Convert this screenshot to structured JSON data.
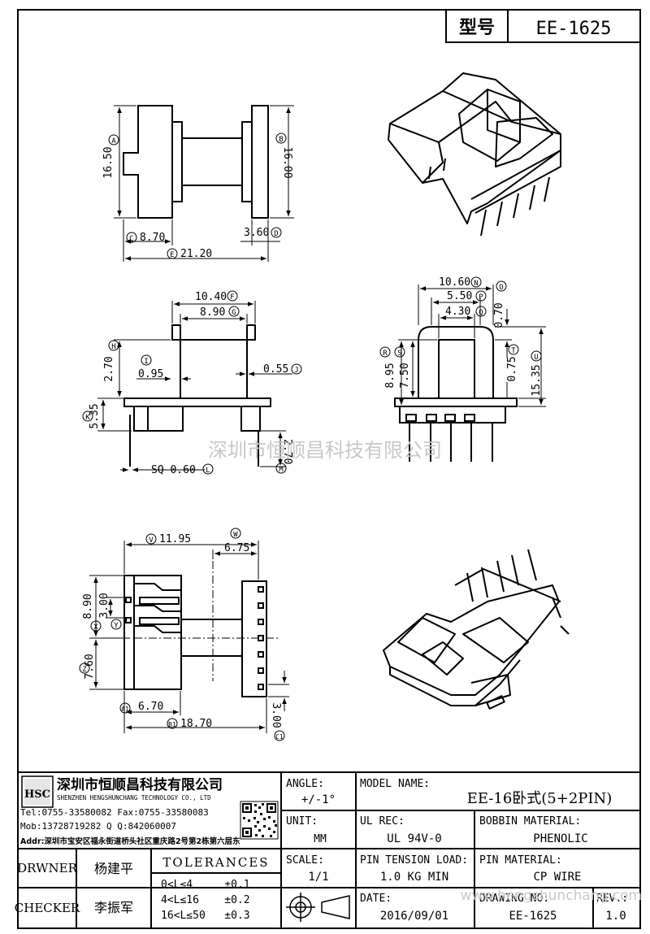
{
  "header": {
    "model_label": "型号",
    "model_value": "EE-1625"
  },
  "watermark": {
    "center": "深圳市恒顺昌科技有限公司",
    "corner": "www.hengshunchang.com"
  },
  "dimensions": {
    "A": "16.50",
    "B": "16.00",
    "C": "8.70",
    "D": "3.60",
    "E": "21.20",
    "F": "10.40",
    "G": "8.90",
    "H": "2.70",
    "I": "0.95",
    "J": "0.55",
    "K": "5.35",
    "L": "SQ 0.60",
    "M": "2.70",
    "N": "10.60",
    "O": "0.70",
    "P": "5.50",
    "Q": "4.30",
    "R": "8.95",
    "S": "7.50",
    "T": "0.75",
    "U": "15.35",
    "V": "11.95",
    "W": "6.75",
    "X": "8.90",
    "Y": "3.00",
    "Z": "7.60",
    "A1": "6.70",
    "B1": "18.70",
    "C1": "3.00"
  },
  "title_block": {
    "company_cn": "深圳市恒顺昌科技有限公司",
    "company_en": "SHENZHEN HENGSHUNCHANG TECHNOLOGY CO., LTD",
    "tel": "Tel:0755-33580082 Fax:0755-33580083",
    "mob": "Mob:13728719282    Q  Q:842060007",
    "addr": "Addr:深圳市宝安区福永街道桥头社区重庆路2号第2栋第六层东",
    "angle_label": "ANGLE:",
    "angle_value": "+/-1°",
    "unit_label": "UNIT:",
    "unit_value": "MM",
    "scale_label": "SCALE:",
    "scale_value": "1/1",
    "model_name_label": "MODEL NAME:",
    "model_name_value": "EE-16卧式(5+2PIN)",
    "ul_label": "UL REC:",
    "ul_value": "UL 94V-0",
    "bobbin_label": "BOBBIN MATERIAL:",
    "bobbin_value": "PHENOLIC",
    "pin_tension_label": "PIN TENSION LOAD:",
    "pin_tension_value": "1.0 KG MIN",
    "pin_material_label": "PIN MATERIAL:",
    "pin_material_value": "CP WIRE",
    "date_label": "DATE:",
    "date_value": "2016/09/01",
    "drawing_no_label": "DRAWING NO:",
    "drawing_no_value": "EE-1625",
    "rev_label": "REV.:",
    "rev_value": "1.0",
    "drawner_label": "DRWNER",
    "drawner_value": "杨建平",
    "checker_label": "CHECKER",
    "checker_value": "李振军",
    "tolerances_label": "TOLERANCES",
    "tol_1": "0<L≤4     ±0.1",
    "tol_2": "4<L≤16    ±0.2",
    "tol_3": "16<L≤50   ±0.3",
    "logo_text": "HSC"
  }
}
